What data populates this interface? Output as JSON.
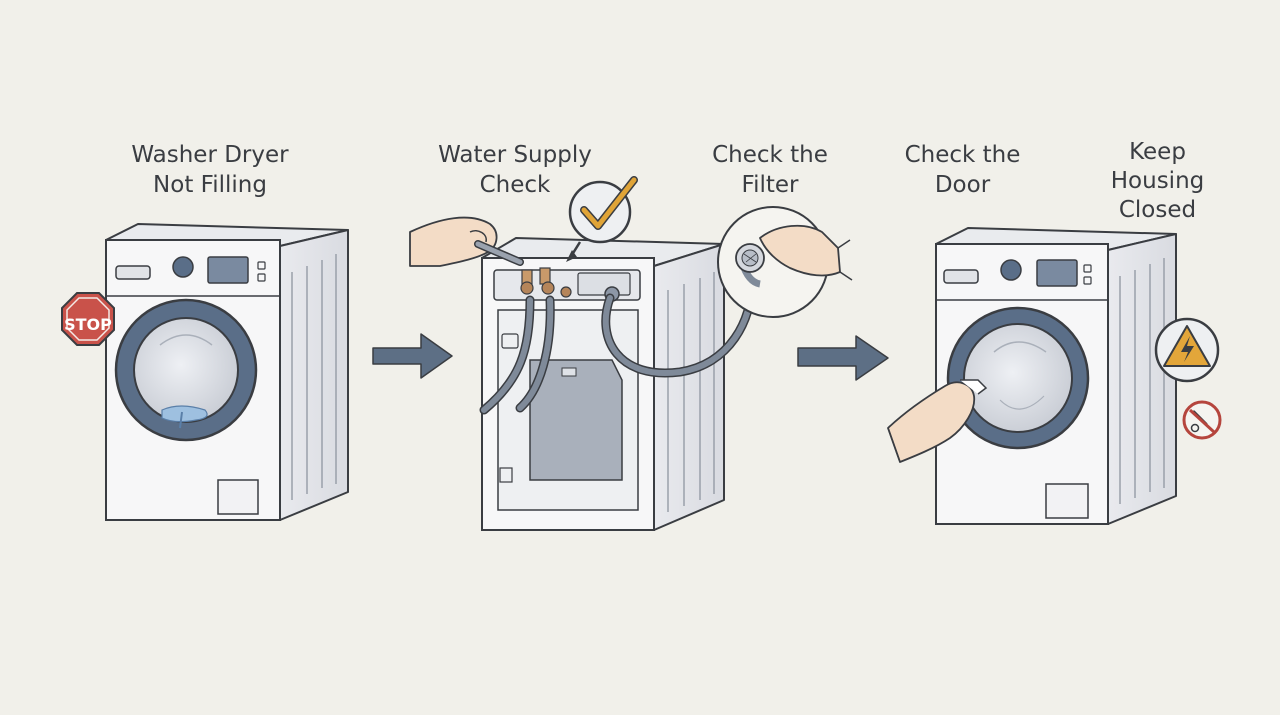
{
  "steps": {
    "step1": {
      "line1": "Washer Dryer",
      "line2": "Not Filling"
    },
    "step2": {
      "line1": "Water Supply",
      "line2": "Check"
    },
    "step3": {
      "line1": "Check the",
      "line2": "Filter"
    },
    "step4": {
      "line1": "Check the",
      "line2": "Door"
    },
    "step5": {
      "line1": "Keep",
      "line2": "Housing",
      "line3": "Closed"
    }
  },
  "stop_sign": {
    "text": "STOP"
  },
  "icons": {
    "stop": "stop-sign-icon",
    "checkmark": "checkmark-icon",
    "arrow": "right-arrow-icon",
    "electric_warning": "electric-hazard-warning-icon",
    "no_tools": "no-tools-prohibition-icon",
    "magnifier": "magnifier-icon"
  },
  "colors": {
    "background": "#f1f0ea",
    "ink": "#3a3d42",
    "drum_blue": "#5a6e88",
    "arrow": "#5d6f85",
    "stop_red": "#c9524a",
    "check_orange": "#e0a437",
    "warning_yellow": "#e3a63a",
    "prohibit_red": "#b5453d"
  }
}
